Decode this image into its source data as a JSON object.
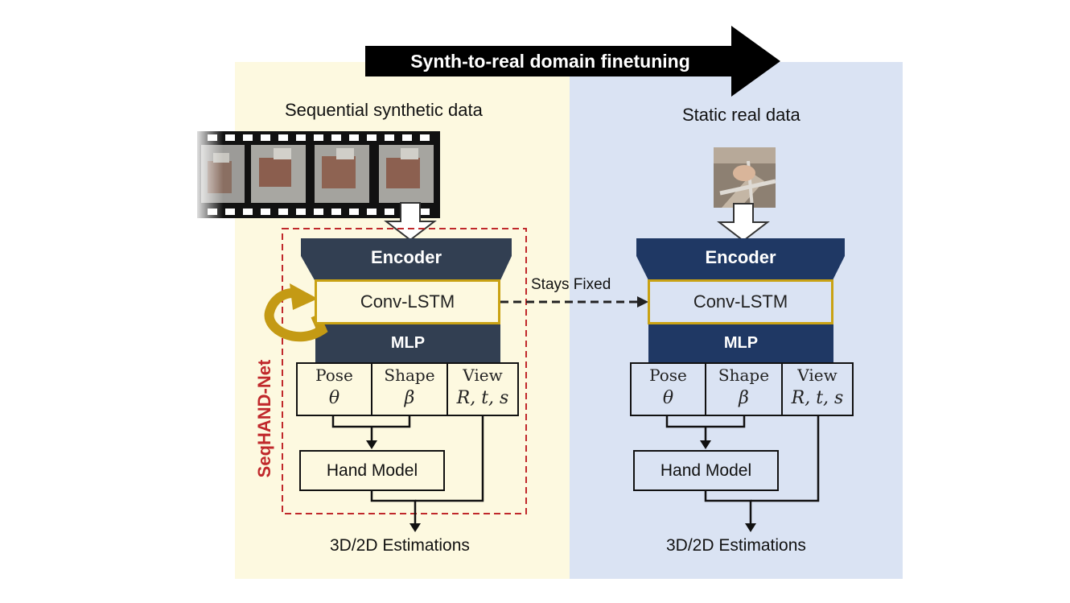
{
  "banner": {
    "label": "Synth-to-real domain finetuning"
  },
  "left": {
    "heading": "Sequential synthetic data",
    "encoder": "Encoder",
    "lstm": "Conv-LSTM",
    "mlp": "MLP",
    "params": [
      {
        "name": "Pose",
        "symbol": "θ"
      },
      {
        "name": "Shape",
        "symbol": "β"
      },
      {
        "name": "View",
        "symbol": "R, t, s"
      }
    ],
    "hand_model": "Hand Model",
    "output": "3D/2D Estimations",
    "network_label": "SeqHAND-Net"
  },
  "right": {
    "heading": "Static real data",
    "encoder": "Encoder",
    "lstm": "Conv-LSTM",
    "mlp": "MLP",
    "params": [
      {
        "name": "Pose",
        "symbol": "θ"
      },
      {
        "name": "Shape",
        "symbol": "β"
      },
      {
        "name": "View",
        "symbol": "R, t, s"
      }
    ],
    "hand_model": "Hand Model",
    "output": "3D/2D Estimations"
  },
  "connector": {
    "label": "Stays Fixed"
  },
  "colors": {
    "left_background": "#fdf9e0",
    "right_background": "#dae3f3",
    "left_encoder": "#323f52",
    "right_encoder": "#1f3864",
    "lstm_border": "#c9a214",
    "network_outline": "#c0282b"
  }
}
